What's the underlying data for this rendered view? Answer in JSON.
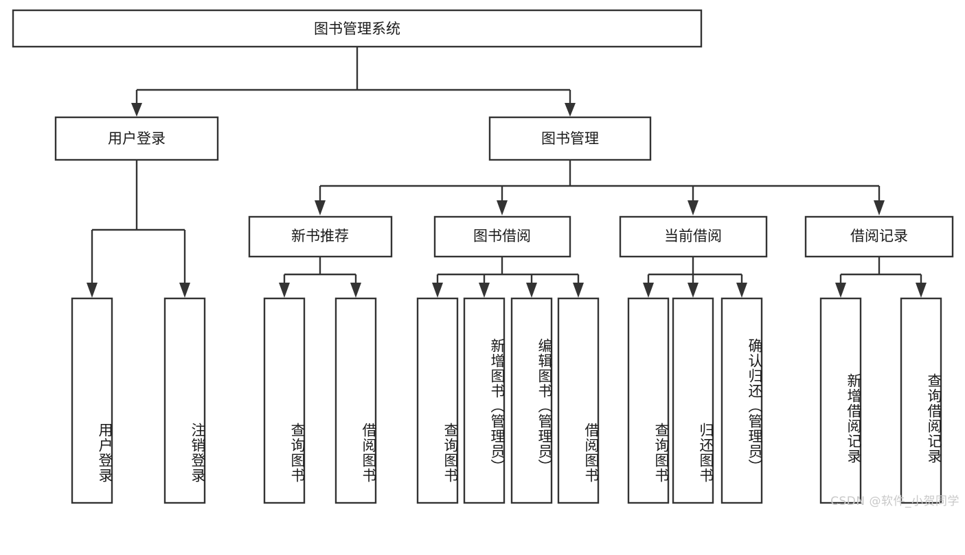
{
  "diagram": {
    "title": "图书管理系统",
    "type": "tree-hierarchy-chart",
    "orientation": "top-down",
    "colors": {
      "box_stroke": "#333333",
      "box_fill": "#ffffff",
      "text": "#1a1a1a",
      "watermark": "#c9c9c9",
      "background": "#ffffff"
    },
    "root": {
      "label": "图书管理系统"
    },
    "level2": [
      {
        "id": "user-login",
        "label": "用户登录"
      },
      {
        "id": "book-manage",
        "label": "图书管理"
      }
    ],
    "level3": [
      {
        "id": "new-book-recommend",
        "label": "新书推荐",
        "parent": "book-manage"
      },
      {
        "id": "book-borrow",
        "label": "图书借阅",
        "parent": "book-manage"
      },
      {
        "id": "current-borrow",
        "label": "当前借阅",
        "parent": "book-manage"
      },
      {
        "id": "borrow-record",
        "label": "借阅记录",
        "parent": "book-manage"
      }
    ],
    "leaves": [
      {
        "id": "leaf-user-login",
        "label": "用户登录",
        "parent": "user-login"
      },
      {
        "id": "leaf-user-logout",
        "label": "注销登录",
        "parent": "user-login"
      },
      {
        "id": "leaf-query-book-1",
        "label": "查询图书",
        "parent": "new-book-recommend"
      },
      {
        "id": "leaf-borrow-book-1",
        "label": "借阅图书",
        "parent": "new-book-recommend"
      },
      {
        "id": "leaf-query-book-2",
        "label": "查询图书",
        "parent": "book-borrow"
      },
      {
        "id": "leaf-add-book",
        "label": "新增图书（管理员）",
        "parent": "book-borrow"
      },
      {
        "id": "leaf-edit-book",
        "label": "编辑图书（管理员）",
        "parent": "book-borrow"
      },
      {
        "id": "leaf-borrow-book-2",
        "label": "借阅图书",
        "parent": "book-borrow"
      },
      {
        "id": "leaf-query-book-3",
        "label": "查询图书",
        "parent": "current-borrow"
      },
      {
        "id": "leaf-return-book",
        "label": "归还图书",
        "parent": "current-borrow"
      },
      {
        "id": "leaf-confirm-return",
        "label": "确认归还（管理员）",
        "parent": "current-borrow"
      },
      {
        "id": "leaf-add-record",
        "label": "新增借阅记录",
        "parent": "borrow-record"
      },
      {
        "id": "leaf-query-record",
        "label": "查询借阅记录",
        "parent": "borrow-record"
      }
    ]
  },
  "watermark": {
    "text": "CSDN @软件_小贺同学"
  }
}
